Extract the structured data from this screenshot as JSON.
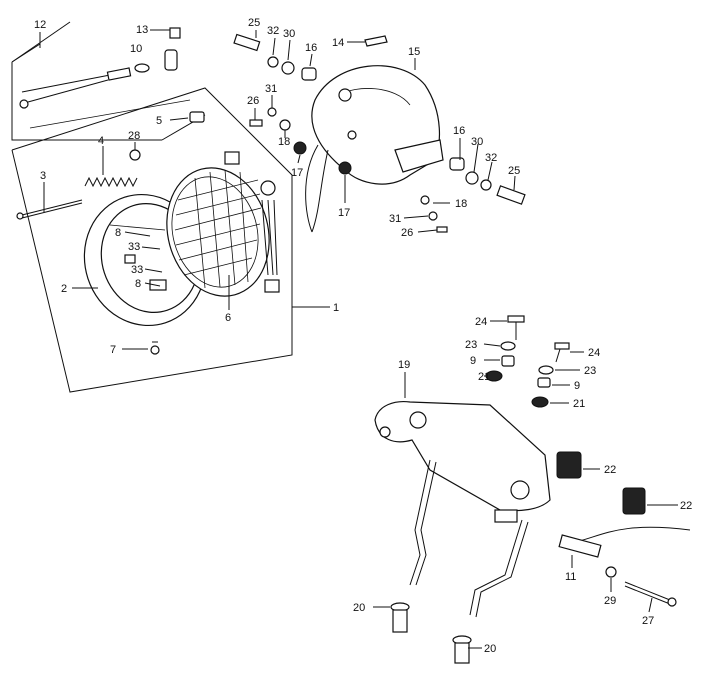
{
  "callouts": {
    "c1": "1",
    "c2": "2",
    "c3": "3",
    "c4": "4",
    "c5": "5",
    "c6": "6",
    "c7": "7",
    "c8a": "8",
    "c8b": "8",
    "c9a": "9",
    "c9b": "9",
    "c10": "10",
    "c11": "11",
    "c12": "12",
    "c13": "13",
    "c14": "14",
    "c15": "15",
    "c16a": "16",
    "c16b": "16",
    "c17a": "17",
    "c17b": "17",
    "c18a": "18",
    "c18b": "18",
    "c19": "19",
    "c20a": "20",
    "c20b": "20",
    "c21a": "21",
    "c21b": "21",
    "c22a": "22",
    "c22b": "22",
    "c23a": "23",
    "c23b": "23",
    "c24a": "24",
    "c24b": "24",
    "c25a": "25",
    "c25b": "25",
    "c26a": "26",
    "c26b": "26",
    "c27": "27",
    "c28": "28",
    "c29": "29",
    "c30a": "30",
    "c30b": "30",
    "c31a": "31",
    "c31b": "31",
    "c32a": "32",
    "c32b": "32",
    "c33a": "33",
    "c33b": "33"
  }
}
